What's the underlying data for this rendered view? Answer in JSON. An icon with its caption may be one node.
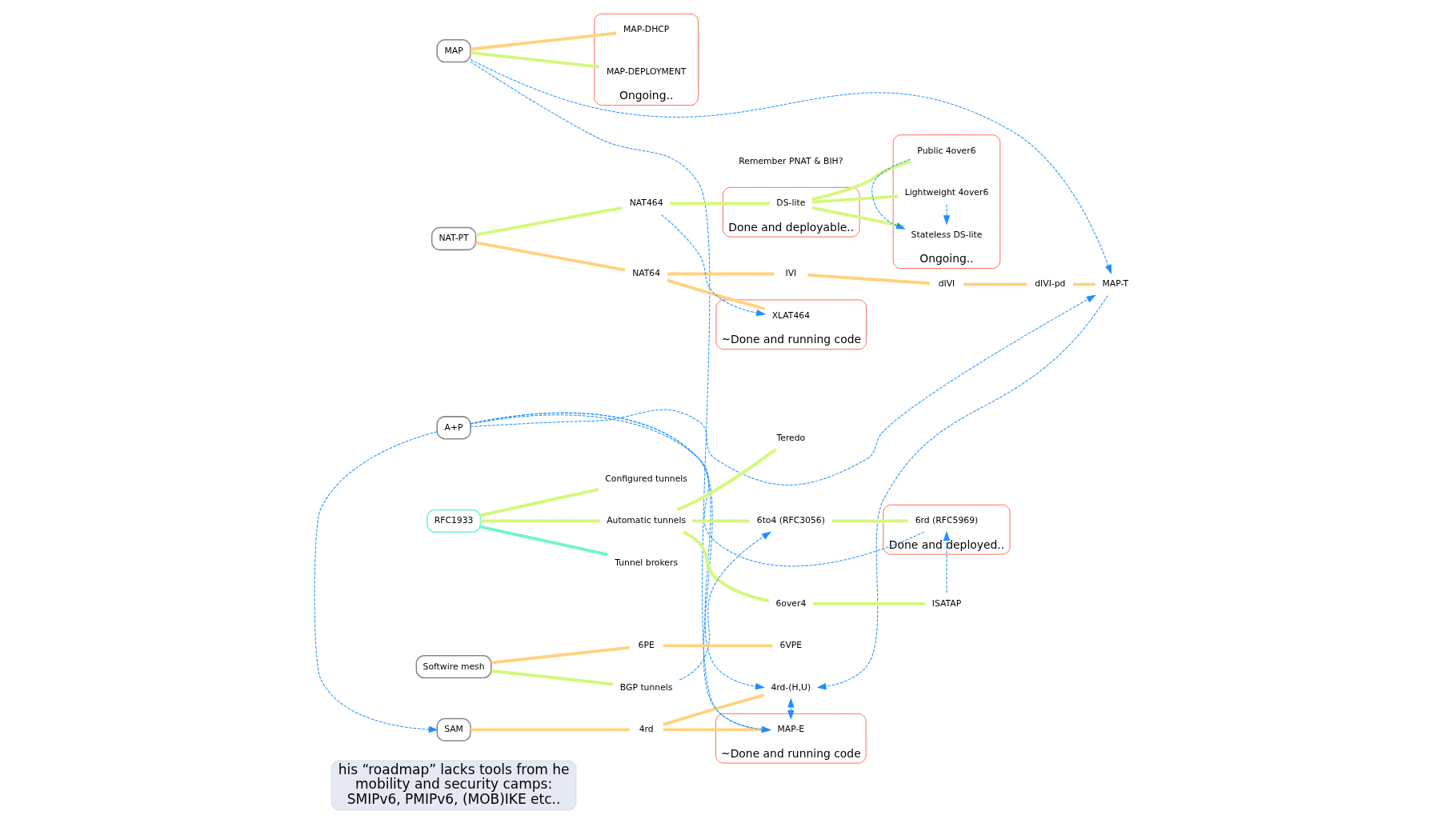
{
  "diagram": {
    "nodes": [
      {
        "text": [
          "his “roadmap” lacks tools from he mobility and security camps: SMIPv6, PMIPv6, (MOB)IKE etc.."
        ]
      },
      {
        "text": [
          "Ongoing.."
        ]
      },
      {
        "text": [
          "MAP"
        ]
      },
      {
        "text": [
          "MAP-DHCP"
        ],
        "in": 1
      },
      {
        "text": [
          "MAP-DEPLOYMENT"
        ],
        "in": 1
      },
      {
        "text": [
          "~Done and running code"
        ]
      },
      {
        "text": [
          "IVI"
        ]
      },
      {
        "text": [
          "dIVI"
        ]
      },
      {
        "text": [
          "dIVI-pd"
        ]
      },
      {
        "text": [
          "MAP-T"
        ]
      },
      {
        "text": [
          "~Done and running code"
        ]
      },
      {
        "text": [
          "NAT64"
        ]
      },
      {
        "text": [
          "XLAT464"
        ],
        "in": 5
      },
      {
        "text": [
          "SAM"
        ]
      },
      {
        "text": [
          "4rd"
        ]
      },
      {
        "text": [
          "MAP-E"
        ],
        "in": 10
      },
      {
        "text": [
          "4rd-(H,U)"
        ]
      },
      {
        "text": [
          "NAT-PT"
        ]
      },
      {
        "text": [
          "Done and deployable.."
        ]
      },
      {
        "text": [
          "NAT464"
        ]
      },
      {
        "text": [
          "DS-lite"
        ],
        "in": 18
      },
      {
        "text": [
          "Ongoing.."
        ]
      },
      {
        "text": [
          "Public 4over6"
        ],
        "in": 21
      },
      {
        "text": [
          "Lightweight 4over6"
        ],
        "in": 21
      },
      {
        "text": [
          "Stateless DS-lite"
        ],
        "in": 21
      },
      {
        "text": [
          "A+P"
        ]
      },
      {
        "text": [
          "Done and deployed.."
        ]
      },
      {
        "text": [
          "6to4 (RFC3056)"
        ]
      },
      {
        "text": [
          "6rd (RFC5969)"
        ],
        "in": 26
      },
      {
        "text": [
          "Configured tunnels"
        ]
      },
      {
        "text": [
          "RFC1933"
        ]
      },
      {
        "text": [
          "Automatic tunnels"
        ]
      },
      {
        "text": [
          "6over4"
        ]
      },
      {
        "text": [
          "ISATAP"
        ]
      },
      {
        "text": [
          "Tunnel brokers"
        ]
      },
      {
        "text": [
          "Teredo"
        ]
      },
      {
        "text": [
          "Softwire mesh"
        ]
      },
      {
        "text": [
          "BGP tunnels"
        ]
      },
      {
        "text": [
          "6PE"
        ]
      },
      {
        "text": [
          "6VPE"
        ]
      }
    ],
    "edges": [
      {
        "from": 17,
        "to": 11,
        "arrow": "none",
        "color": "#ffd27f"
      },
      {
        "from": 11,
        "to": 6,
        "arrow": "none",
        "color": "#ffd27f"
      },
      {
        "from": 11,
        "to": 12,
        "arrow": "none",
        "color": "#ffd27f"
      },
      {
        "from": 6,
        "to": 7,
        "arrow": "none",
        "color": "#ffd27f"
      },
      {
        "from": 7,
        "to": 8,
        "arrow": "none",
        "color": "#ffd27f"
      },
      {
        "from": 8,
        "to": 9,
        "arrow": "none",
        "color": "#ffd27f"
      },
      {
        "from": 17,
        "to": 19,
        "arrow": "none",
        "color": "#d4f77a"
      },
      {
        "from": 19,
        "to": 20,
        "arrow": "none",
        "color": "#d4f77a"
      },
      {
        "from": 20,
        "to": 22,
        "arrow": "none",
        "color": "#d4f77a"
      },
      {
        "from": 20,
        "to": 23,
        "arrow": "none",
        "color": "#d4f77a"
      },
      {
        "from": 20,
        "to": 24,
        "arrow": "none",
        "color": "#d4f77a"
      },
      {
        "from": 2,
        "to": 3,
        "arrow": "none",
        "color": "#ffd27f"
      },
      {
        "from": 2,
        "to": 4,
        "arrow": "none",
        "color": "#d4f77a"
      },
      {
        "from": 13,
        "to": 14,
        "arrow": "none",
        "color": "#ffd27f"
      },
      {
        "from": 14,
        "to": 15,
        "arrow": "none",
        "color": "#ffd27f"
      },
      {
        "from": 14,
        "to": 16,
        "arrow": "none",
        "color": "#ffd27f"
      },
      {
        "from": 30,
        "to": 29,
        "arrow": "none",
        "color": "#d4f77a"
      },
      {
        "from": 30,
        "to": 34,
        "arrow": "none",
        "color": "#6ff5d0"
      },
      {
        "from": 30,
        "to": 31,
        "arrow": "none",
        "color": "#d4f77a"
      },
      {
        "from": 31,
        "to": 27,
        "arrow": "none",
        "color": "#d4f77a"
      },
      {
        "from": 31,
        "to": 32,
        "arrow": "none",
        "color": "#d4f77a"
      },
      {
        "from": 31,
        "to": 35,
        "arrow": "none",
        "color": "#d4f77a"
      },
      {
        "from": 27,
        "to": 28,
        "arrow": "none",
        "color": "#d4f77a"
      },
      {
        "from": 32,
        "to": 33,
        "arrow": "none",
        "color": "#d4f77a"
      },
      {
        "from": 36,
        "to": 37,
        "arrow": "none",
        "color": "#d4f77a"
      },
      {
        "from": 36,
        "to": 38,
        "arrow": "none",
        "color": "#ffd27f"
      },
      {
        "from": 38,
        "to": 39,
        "arrow": "none",
        "color": "#ffd27f"
      },
      {
        "from": 19,
        "to": 12,
        "arrow": "to",
        "style": "dashed",
        "color": "#1e90ff"
      },
      {
        "from": 22,
        "to": 24,
        "arrow": "to",
        "style": "dashed",
        "color": "#1e90ff"
      },
      {
        "from": 23,
        "to": 24,
        "arrow": "to",
        "style": "dashed",
        "color": "#1e90ff"
      },
      {
        "from": 2,
        "to": 9,
        "arrow": "to",
        "style": "dashed",
        "color": "#1e90ff"
      },
      {
        "from": 2,
        "to": 15,
        "arrow": "to",
        "style": "dashed",
        "color": "#1e90ff"
      },
      {
        "from": 9,
        "to": 16,
        "arrow": "to",
        "style": "dashed",
        "color": "#1e90ff"
      },
      {
        "from": 25,
        "to": 13,
        "arrow": "to",
        "style": "dashed",
        "color": "#1e90ff"
      },
      {
        "from": 25,
        "to": 9,
        "arrow": "to",
        "style": "dashed",
        "color": "#1e90ff"
      },
      {
        "from": 25,
        "to": 15,
        "arrow": "to",
        "style": "dashed",
        "color": "#1e90ff"
      },
      {
        "from": 25,
        "to": 16,
        "arrow": "to",
        "style": "dashed",
        "color": "#1e90ff"
      },
      {
        "from": 16,
        "to": 15,
        "arrow": "both",
        "style": "dashed",
        "color": "#1e90ff"
      },
      {
        "from": 25,
        "to": 28,
        "arrow": "none",
        "style": "dashed",
        "color": "#1e90ff"
      },
      {
        "from": 33,
        "to": 28,
        "arrow": "to",
        "style": "dashed",
        "color": "#1e90ff"
      },
      {
        "from": 37,
        "to": 27,
        "arrow": "to",
        "style": "dashed",
        "color": "#1e90ff"
      }
    ],
    "labels": [
      "Remember PNAT & BIH?"
    ]
  }
}
